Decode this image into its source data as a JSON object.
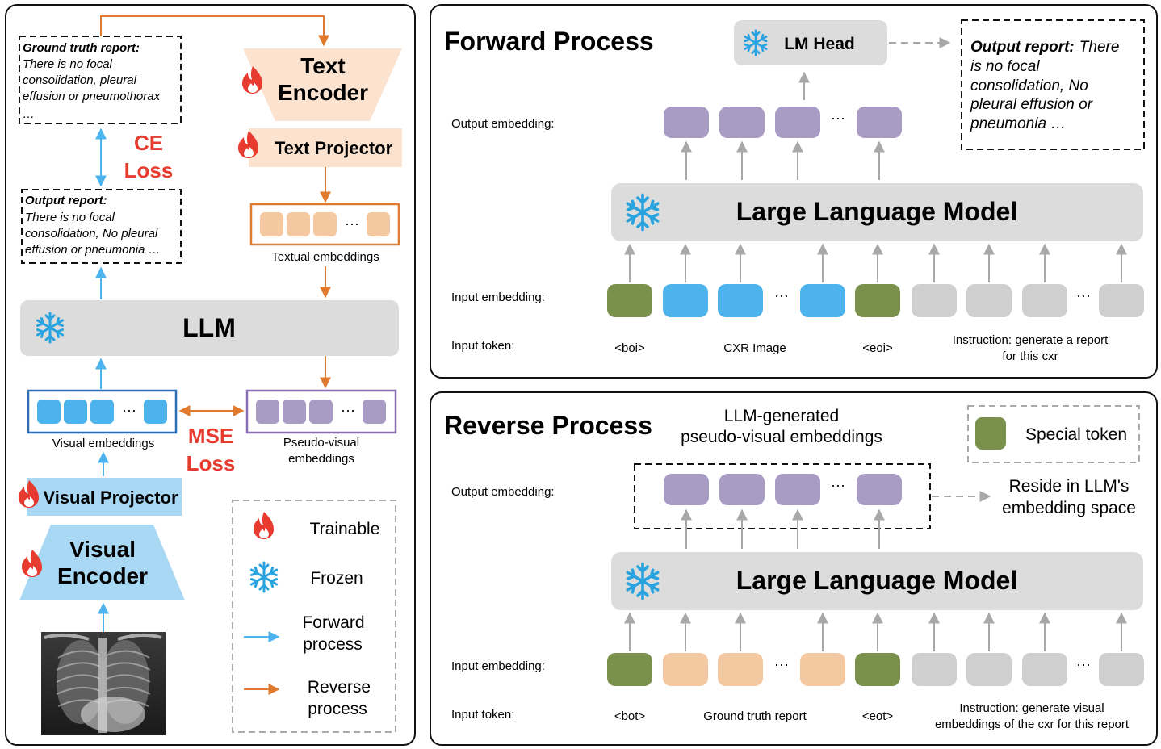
{
  "left": {
    "gt_report": {
      "title": "Ground truth report:",
      "lines": [
        "There is no focal",
        "consolidation, pleural",
        "effusion or pneumothorax",
        "…"
      ]
    },
    "out_report": {
      "title": "Output report:",
      "lines": [
        "There is no focal",
        "consolidation, No pleural",
        "effusion or pneumonia …"
      ]
    },
    "ce_loss": [
      "CE",
      "Loss"
    ],
    "mse_loss": [
      "MSE",
      "Loss"
    ],
    "text_encoder": [
      "Text",
      "Encoder"
    ],
    "text_projector": "Text Projector",
    "textual_embeddings": "Textual embeddings",
    "llm": "LLM",
    "visual_embeddings": "Visual embeddings",
    "pseudo_visual": [
      "Pseudo-visual",
      "embeddings"
    ],
    "visual_projector": "Visual Projector",
    "visual_encoder": [
      "Visual",
      "Encoder"
    ],
    "ellipsis": "···",
    "legend": {
      "trainable": "Trainable",
      "frozen": "Frozen",
      "forward": [
        "Forward",
        "process"
      ],
      "reverse": [
        "Reverse",
        "process"
      ]
    }
  },
  "forward": {
    "title": "Forward Process",
    "lm_head": "LM Head",
    "output_report_title": "Output report:",
    "output_report_lines": [
      "There",
      "is no focal",
      "consolidation, No",
      "pleural effusion or",
      "pneumonia …"
    ],
    "output_embedding_label": "Output embedding:",
    "llm": "Large Language Model",
    "input_embedding_label": "Input embedding:",
    "input_token_label": "Input token:",
    "tokens": {
      "start": "<boi>",
      "middle": "CXR Image",
      "end": "<eoi>",
      "instruction": [
        "Instruction: generate a report",
        "for this cxr"
      ]
    }
  },
  "reverse": {
    "title": "Reverse Process",
    "generated": [
      "LLM-generated",
      "pseudo-visual embeddings"
    ],
    "special_token": "Special token",
    "output_embedding_label": "Output embedding:",
    "reside": [
      "Reside in LLM's",
      "embedding space"
    ],
    "llm": "Large Language Model",
    "input_embedding_label": "Input embedding:",
    "input_token_label": "Input token:",
    "tokens": {
      "start": "<bot>",
      "middle": "Ground truth report",
      "end": "<eot>",
      "instruction": [
        "Instruction: generate visual",
        "embeddings of the cxr for this  report"
      ]
    }
  },
  "colors": {
    "blue": "#4db3ec",
    "light_blue": "#a9d8f5",
    "orange": "#e07a2f",
    "peach": "#f4c9a1",
    "light_peach": "#fbe3d0",
    "purple": "#a89bc4",
    "green": "#7a914b",
    "gray": "#cfcfcf",
    "red": "#e63b2e"
  }
}
